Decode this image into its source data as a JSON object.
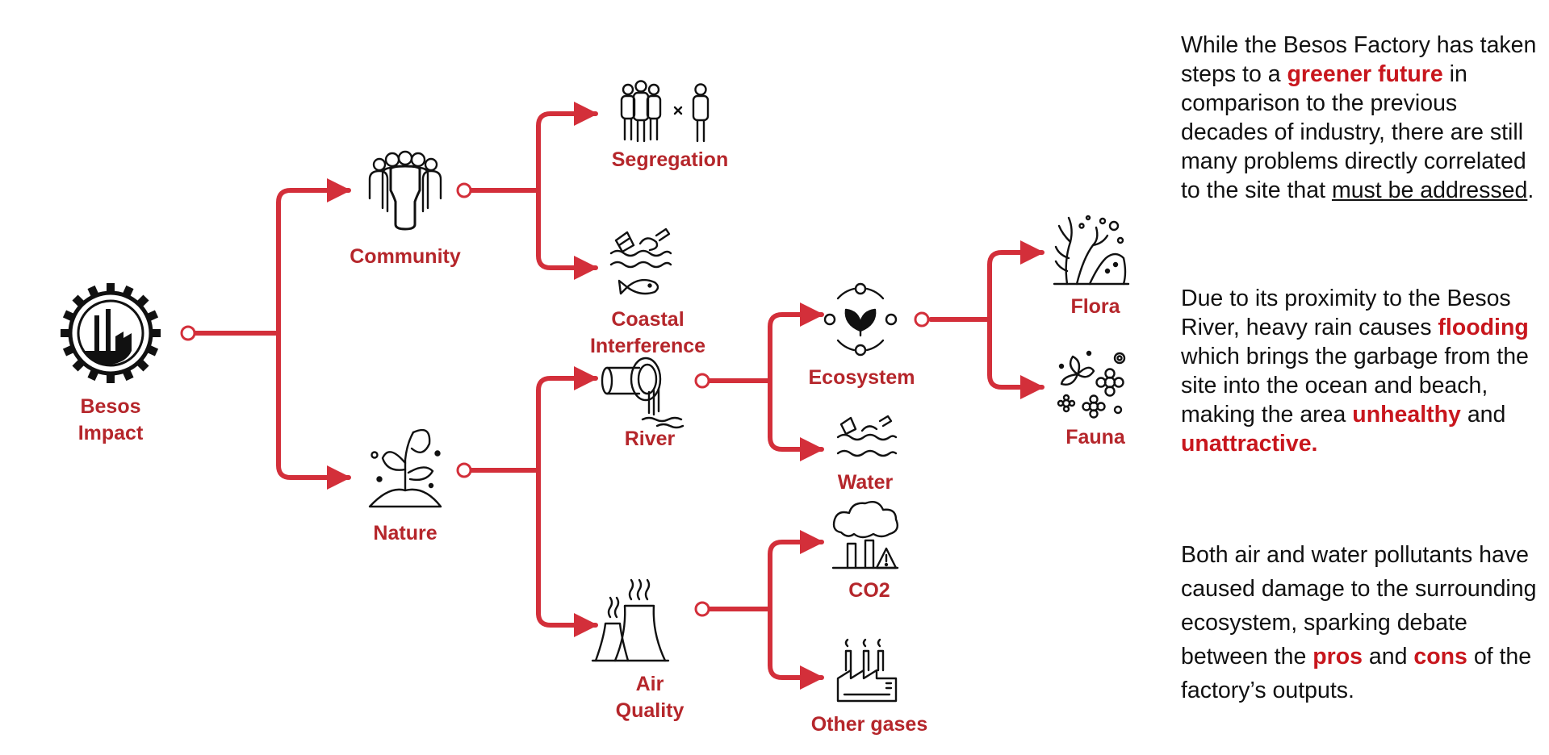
{
  "colors": {
    "accent": "#d32f3a",
    "label": "#b5262b",
    "highlight": "#c8161d",
    "text": "#111111"
  },
  "header": {
    "partial_title": "g  p"
  },
  "nodes": {
    "besos": {
      "line1": "Besos",
      "line2": "Impact",
      "icon": "factory-gear-icon"
    },
    "community": {
      "label": "Community",
      "icon": "people-group-icon"
    },
    "nature": {
      "label": "Nature",
      "icon": "sprout-icon"
    },
    "segregation": {
      "label": "Segregation",
      "icon": "segregation-people-icon"
    },
    "coastal": {
      "line1": "Coastal",
      "line2": "Interference",
      "icon": "coastal-trash-fish-icon"
    },
    "river": {
      "label": "River",
      "icon": "drain-pipe-icon"
    },
    "air": {
      "line1": "Air",
      "line2": "Quality",
      "icon": "cooling-tower-icon"
    },
    "ecosystem": {
      "label": "Ecosystem",
      "icon": "ecosystem-cycle-icon"
    },
    "water": {
      "label": "Water",
      "icon": "water-pollution-icon"
    },
    "co2": {
      "label": "CO2",
      "icon": "smoke-cloud-icon"
    },
    "other_gases": {
      "label": "Other gases",
      "icon": "factory-chimney-icon"
    },
    "flora": {
      "label": "Flora",
      "icon": "coral-reef-icon"
    },
    "fauna": {
      "label": "Fauna",
      "icon": "flowers-icon"
    }
  },
  "paragraphs": {
    "p1": {
      "t1": "While the Besos Factory has taken steps to a ",
      "h1": "greener future",
      "t2": " in comparison to the previous decades of industry, there are still many problems directly correlated to the site that ",
      "u1": "must be addressed",
      "t3": "."
    },
    "p2": {
      "t1": "Due to its proximity to the Besos River, heavy rain causes ",
      "h1": "flooding",
      "t2": " which brings the garbage from the site into the ocean and beach, making the area ",
      "h2": "unhealthy",
      "t3": " and ",
      "h3": "unattractive."
    },
    "p3": {
      "t1": "Both air and water pollutants have caused damage to the surrounding ecosystem, sparking debate between the ",
      "h1": "pros",
      "t2": " and ",
      "h2": "cons",
      "t3": " of the factory’s outputs."
    }
  }
}
